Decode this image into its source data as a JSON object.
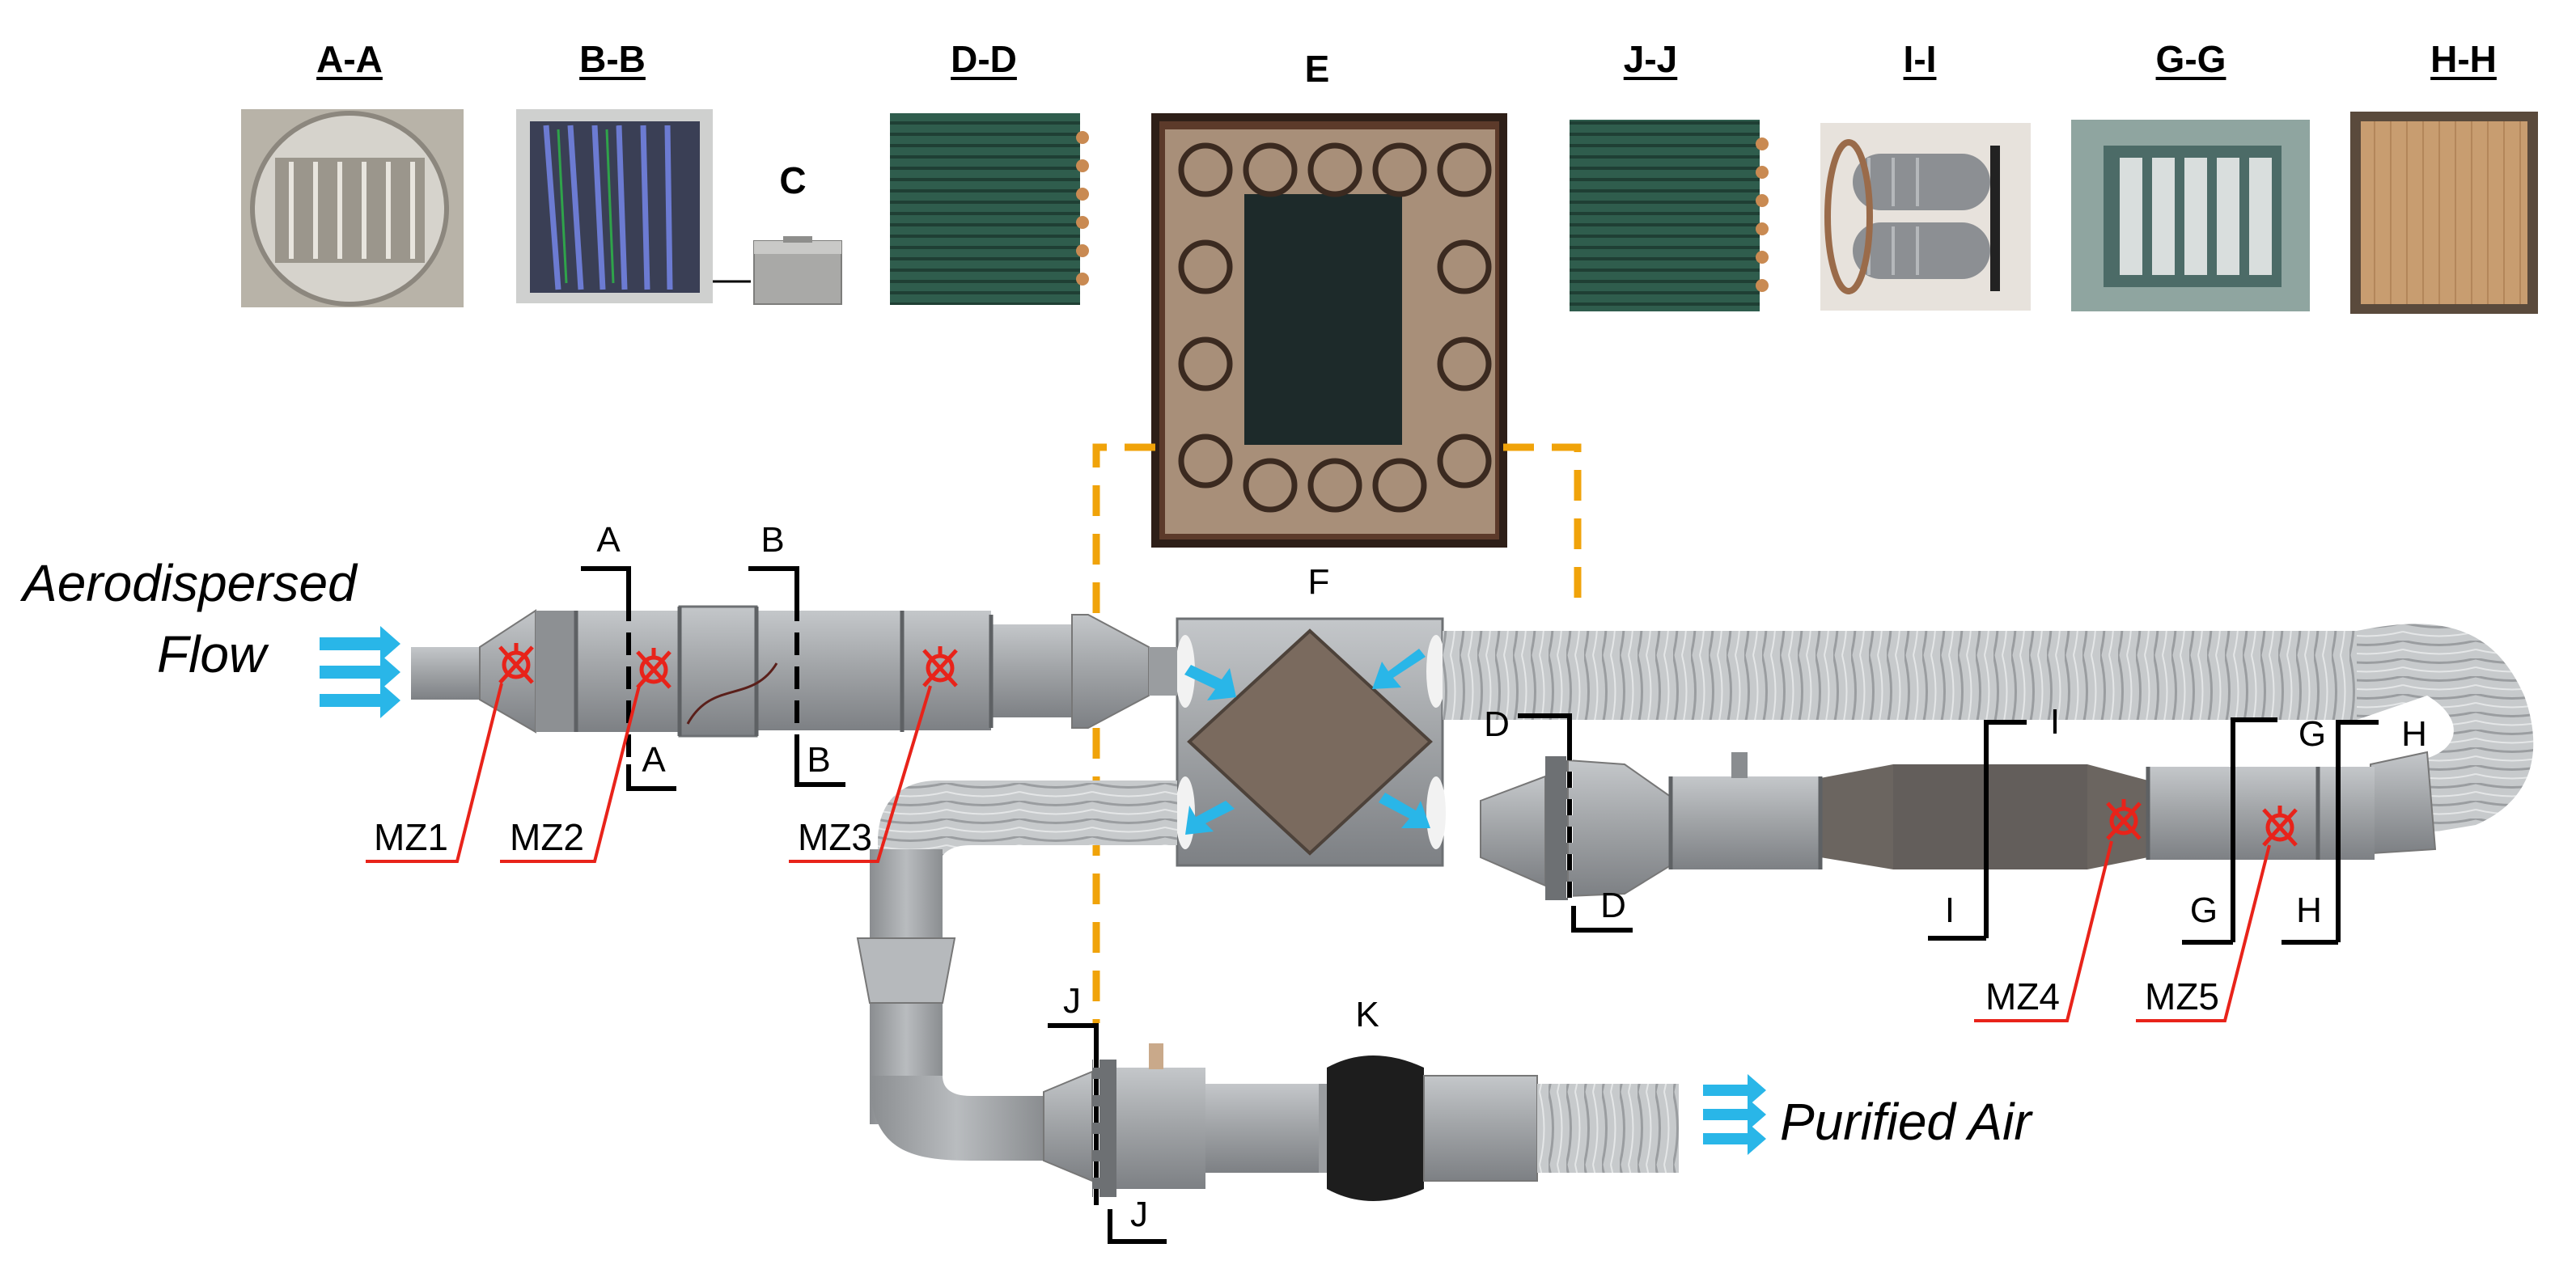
{
  "section_titles": {
    "aa": "A-A",
    "bb": "B-B",
    "c": "C",
    "dd": "D-D",
    "e": "E",
    "jj": "J-J",
    "ii": "I-I",
    "gg": "G-G",
    "hh": "H-H"
  },
  "cut_labels": {
    "a_top": "A",
    "a_bot": "A",
    "b_top": "B",
    "b_bot": "B",
    "d_top": "D",
    "d_bot": "D",
    "i_top": "I",
    "i_bot": "I",
    "g_top": "G",
    "g_bot": "G",
    "h_top": "H",
    "h_bot": "H",
    "j_top": "J",
    "j_bot": "J"
  },
  "components": {
    "f": "F",
    "k": "K"
  },
  "measurement_zones": [
    "MZ1",
    "MZ2",
    "MZ3",
    "MZ4",
    "MZ5"
  ],
  "flow": {
    "inlet_line1": "Aerodispersed",
    "inlet_line2": "Flow",
    "outlet": "Purified Air"
  },
  "colors": {
    "connector_dash": "#F0A30A",
    "arrow": "#29B6E8",
    "measurement_mark": "#E8231A",
    "duct_metal": "#A7AAAD",
    "flex_duct": "#C9CCCE",
    "coil_green": "#2E5B4C"
  }
}
